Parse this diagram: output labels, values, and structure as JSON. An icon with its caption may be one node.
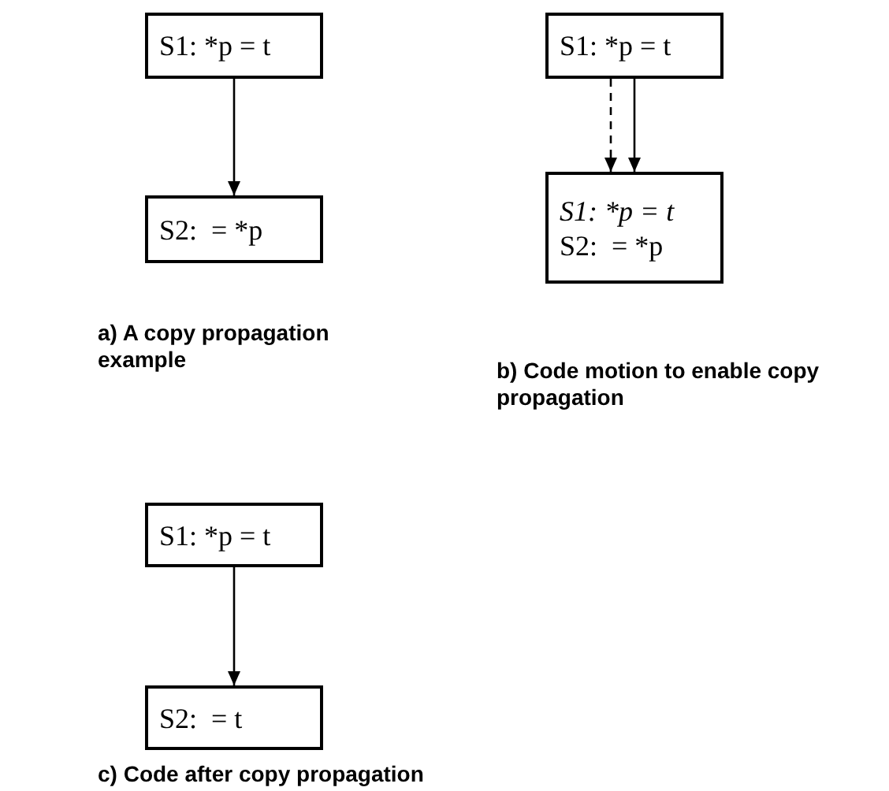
{
  "diagram": {
    "nodes": [
      {
        "text": [
          "S1: *p = t"
        ]
      },
      {
        "text": [
          "S2:  = *p"
        ]
      },
      {
        "text": [
          "S1: *p = t"
        ]
      },
      {
        "text": [
          "S1: *p = t",
          "S2:  = *p"
        ]
      },
      {
        "text": [
          "S1: *p = t"
        ]
      },
      {
        "text": [
          "S2:  = t"
        ]
      }
    ],
    "edges": [
      {
        "from": 0,
        "to": 1,
        "arrow": "to"
      },
      {
        "from": 2,
        "to": 3,
        "arrow": "to",
        "style": "dashed"
      },
      {
        "from": 2,
        "to": 3,
        "arrow": "to"
      },
      {
        "from": 4,
        "to": 5,
        "arrow": "to"
      }
    ],
    "labels": [
      "a) A copy propagation example",
      "b) Code motion to enable copy propagation",
      "c) Code after copy propagation"
    ]
  }
}
